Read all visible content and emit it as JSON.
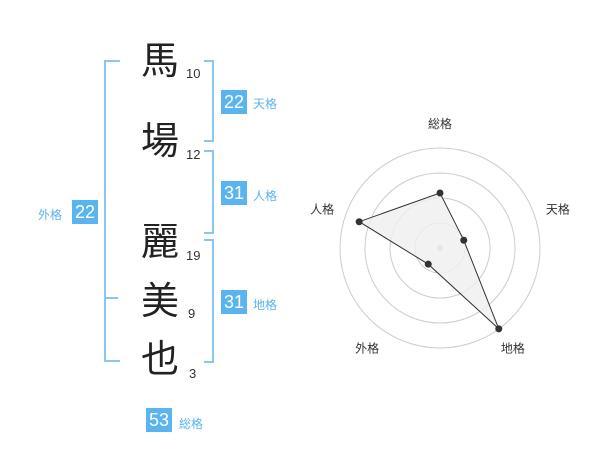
{
  "name": {
    "chars": [
      {
        "char": "馬",
        "strokes": "10"
      },
      {
        "char": "場",
        "strokes": "12"
      },
      {
        "char": "麗",
        "strokes": "19"
      },
      {
        "char": "美",
        "strokes": "9"
      },
      {
        "char": "也",
        "strokes": "3"
      }
    ]
  },
  "kakusu": {
    "tenkaku": {
      "value": "22",
      "label": "天格"
    },
    "jinkaku": {
      "value": "31",
      "label": "人格"
    },
    "chikaku": {
      "value": "31",
      "label": "地格"
    },
    "gaikaku": {
      "value": "22",
      "label": "外格"
    },
    "soukaku": {
      "value": "53",
      "label": "総格"
    }
  },
  "chart_data": {
    "type": "radar",
    "axes": [
      "総格",
      "天格",
      "地格",
      "外格",
      "人格"
    ],
    "values": [
      0.55,
      0.25,
      1.0,
      0.2,
      0.85
    ],
    "range": [
      0,
      1
    ],
    "rings": 4,
    "colors": {
      "fill": "#efefef",
      "line": "#333333",
      "grid": "#cccccc"
    }
  },
  "colors": {
    "accent": "#5ab4f0",
    "bracket": "#87c7f2"
  }
}
